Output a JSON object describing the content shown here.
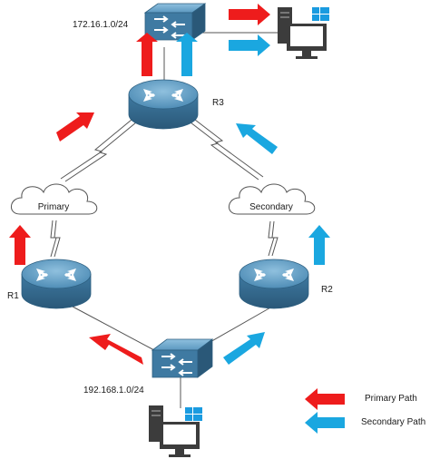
{
  "networks": {
    "top_subnet": "172.16.1.0/24",
    "bottom_subnet": "192.168.1.0/24"
  },
  "routers": {
    "r1": "R1",
    "r2": "R2",
    "r3": "R3"
  },
  "clouds": {
    "primary": "Primary",
    "secondary": "Secondary"
  },
  "legend": {
    "primary_path": "Primary Path",
    "secondary_path": "Secondary Path"
  },
  "colors": {
    "primary_arrow": "#ee1c1c",
    "secondary_arrow": "#1aa7e0",
    "device_blue": "#4b86ac",
    "device_dark": "#2d5f80",
    "line": "#555555",
    "pc_dark": "#3c3c3c",
    "windows_blue": "#1a9be0"
  },
  "icons": [
    "switch-icon",
    "router-icon",
    "cloud-icon",
    "pc-icon",
    "windows-logo-icon",
    "serial-link-icon"
  ]
}
